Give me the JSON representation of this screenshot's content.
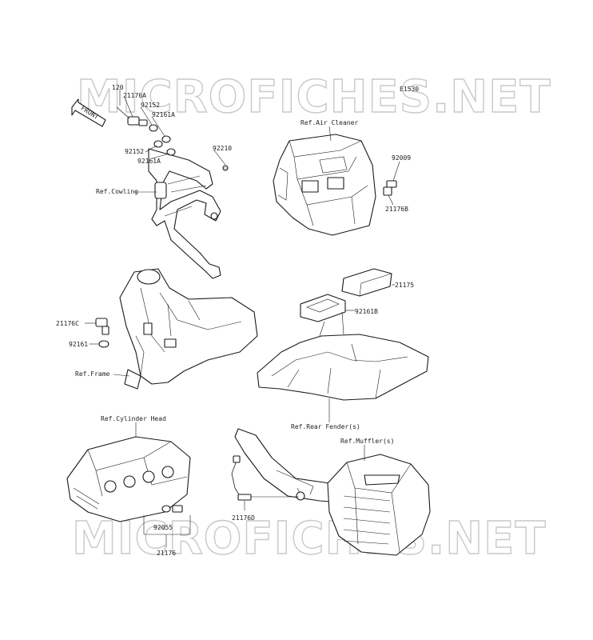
{
  "watermark": {
    "text": "MICROFICHES.NET"
  },
  "diagram_code": "E1530",
  "front_tag": "FRONT",
  "labels": {
    "p120": "120",
    "p21176A": "21176A",
    "p92152a": "92152",
    "p92161Aa": "92161A",
    "p92152b": "92152",
    "p92161Ab": "92161A",
    "p92210": "92210",
    "refCowling": "Ref.Cowling",
    "refAirCleaner": "Ref.Air Cleaner",
    "p92009": "92009",
    "p21176B": "21176B",
    "p21175": "21175",
    "p92161B": "92161B",
    "p21176C": "21176C",
    "p92161": "92161",
    "refFrame": "Ref.Frame",
    "refRearFender": "Ref.Rear Fender(s)",
    "refCylinderHead": "Ref.Cylinder Head",
    "refMuffler": "Ref.Muffler(s)",
    "p21176D": "21176D",
    "p92055": "92055",
    "p21176": "21176"
  }
}
